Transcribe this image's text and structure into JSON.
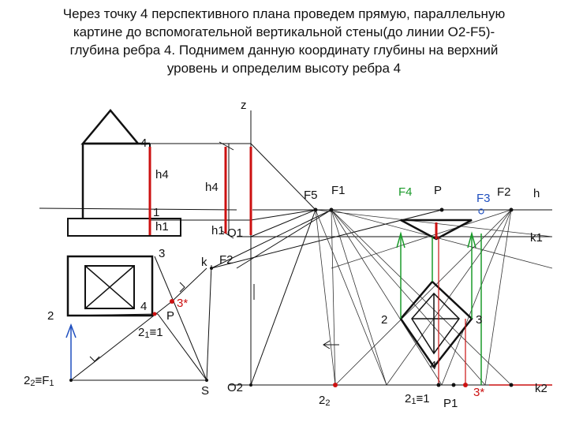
{
  "title_lines": [
    "Через точку 4 перспективного плана проведем прямую, параллельную",
    "картине до вспомогательной вертикальной стены(до линии O2-F5)-",
    "глубина ребра 4. Поднимем данную координату глубины на верхний",
    "уровень и определим высоту ребра 4"
  ],
  "labels": {
    "z": "z",
    "pt4_top": "4",
    "h4_left": "h4",
    "h4_mid": "h4",
    "pt1": "1",
    "h1_left": "h1",
    "h1_mid": "h1",
    "o1": "O1",
    "pt3": "3",
    "k": "k",
    "f2_mid": "F2",
    "pt2_left": "2",
    "pt4_plan": "4",
    "p_plan": "P",
    "star3_plan": "3*",
    "pt21_plan": "2",
    "pt21_plan_sub": "1",
    "pt21_plan_eq": "≡1",
    "pt22_plan": "2",
    "pt22_plan_sub": "2",
    "pt22_plan_eq": "≡F",
    "pt22_plan_eqsub": "1",
    "s": "S",
    "o2": "O2",
    "f5": "F5",
    "f1": "F1",
    "f4": "F4",
    "p_top": "P",
    "f3": "F3",
    "f2_right": "F2",
    "h": "h",
    "k1": "k1",
    "pt2_persp": "2",
    "pt3_persp": "3",
    "pt4_persp": "4",
    "pt22_bottom": "2",
    "pt22_bottom_sub": "2",
    "pt21_bottom": "2",
    "pt21_bottom_sub": "1",
    "pt21_bottom_eq": "≡1",
    "p1": "P1",
    "star3_bottom": "3*",
    "k2": "k2"
  },
  "colors": {
    "ink": "#111111",
    "red": "#cc1111",
    "green": "#1a9a2a",
    "blue": "#1f4fbf",
    "gray": "#555555"
  }
}
